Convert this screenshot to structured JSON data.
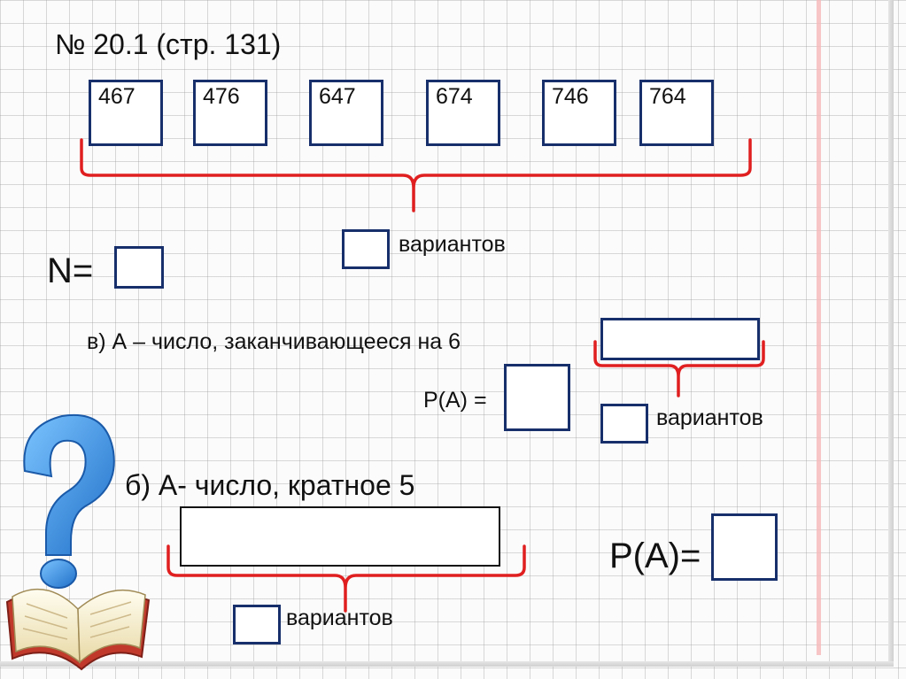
{
  "title": "№ 20.1 (стр. 131)",
  "numbers": [
    "467",
    "476",
    "647",
    "674",
    "746",
    "764"
  ],
  "variants_label": "вариантов",
  "n_label": "N=",
  "part_v": {
    "label": "в)  А – число, заканчивающееся на 6",
    "probability_label": "Р(А) ="
  },
  "part_b": {
    "label": "б) А- число, кратное 5",
    "probability_label": "Р(А)="
  },
  "colors": {
    "box_border": "#17306b",
    "brace": "#e02020",
    "question_mark": "#2f8fe0"
  }
}
